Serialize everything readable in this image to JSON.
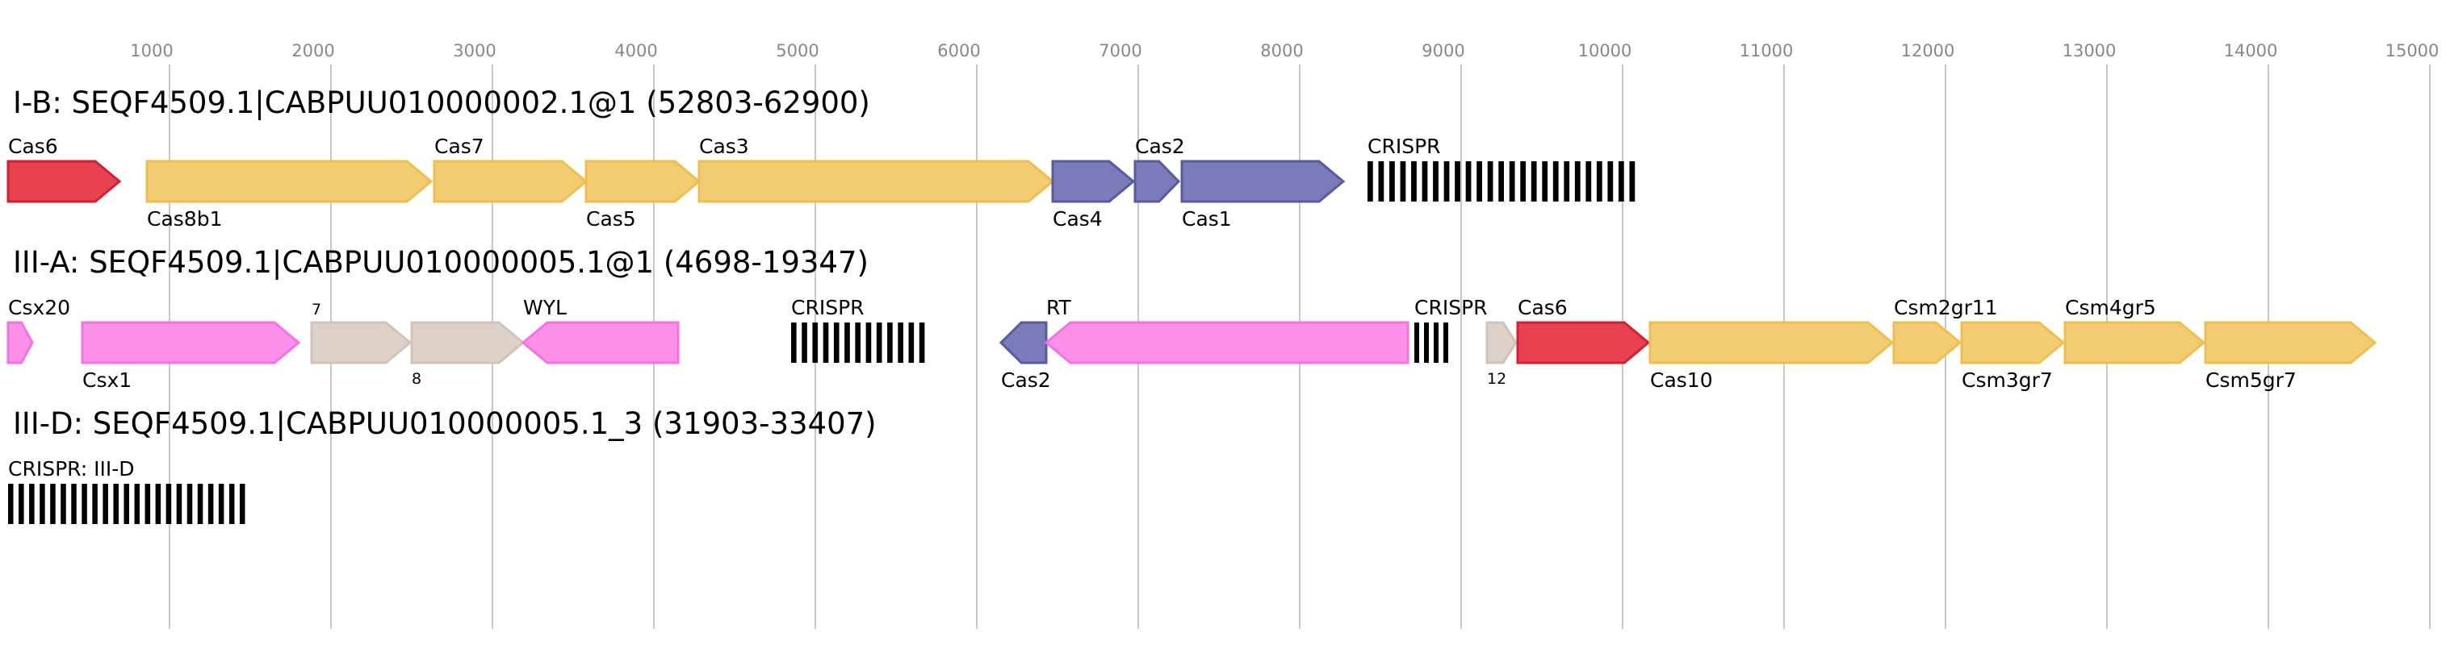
{
  "colors": {
    "red": "#e8414f",
    "red_stroke": "#d42035",
    "yellow": "#f2cc73",
    "yellow_stroke": "#efbe4f",
    "blue": "#7a7bb8",
    "blue_stroke": "#5a5b9e",
    "pink": "#fd91ea",
    "pink_stroke": "#f572de",
    "gray": "#ddd1c8",
    "gray_stroke": "#cfc3ba",
    "grid": "#c8c8c8",
    "crispr": "#000000"
  },
  "axis": {
    "ticks": [
      "1000",
      "2000",
      "3000",
      "4000",
      "5000",
      "6000",
      "7000",
      "8000",
      "9000",
      "10000",
      "11000",
      "12000",
      "13000",
      "14000",
      "15000"
    ]
  },
  "loci": [
    {
      "title": "I-B: SEQF4509.1|CABPUU010000002.1@1 (52803-62900)",
      "genes": [
        {
          "label": "Cas6",
          "pos": "above",
          "color": "red"
        },
        {
          "label": "Cas8b1",
          "pos": "below",
          "color": "yellow"
        },
        {
          "label": "Cas7",
          "pos": "above",
          "color": "yellow"
        },
        {
          "label": "Cas5",
          "pos": "below",
          "color": "yellow"
        },
        {
          "label": "Cas3",
          "pos": "above",
          "color": "yellow"
        },
        {
          "label": "Cas4",
          "pos": "below",
          "color": "blue"
        },
        {
          "label": "Cas2",
          "pos": "above",
          "color": "blue"
        },
        {
          "label": "Cas1",
          "pos": "below",
          "color": "blue"
        }
      ],
      "crispr": [
        {
          "label": "CRISPR",
          "bars": 25
        }
      ]
    },
    {
      "title": "III-A: SEQF4509.1|CABPUU010000005.1@1 (4698-19347)",
      "genes": [
        {
          "label": "Csx20",
          "pos": "above",
          "color": "pink"
        },
        {
          "label": "Csx1",
          "pos": "below",
          "color": "pink"
        },
        {
          "label": "7",
          "pos": "above",
          "color": "gray",
          "small": true
        },
        {
          "label": "8",
          "pos": "below",
          "color": "gray",
          "small": true
        },
        {
          "label": "WYL",
          "pos": "above",
          "color": "pink"
        },
        {
          "label": "Cas2",
          "pos": "below",
          "color": "blue"
        },
        {
          "label": "RT",
          "pos": "above",
          "color": "pink"
        },
        {
          "label": "12",
          "pos": "below",
          "color": "gray",
          "small": true
        },
        {
          "label": "Cas6",
          "pos": "above",
          "color": "red"
        },
        {
          "label": "Cas10",
          "pos": "below",
          "color": "yellow"
        },
        {
          "label": "Csm2gr11",
          "pos": "above",
          "color": "yellow"
        },
        {
          "label": "Csm3gr7",
          "pos": "below",
          "color": "yellow"
        },
        {
          "label": "Csm4gr5",
          "pos": "above",
          "color": "yellow"
        },
        {
          "label": "Csm5gr7",
          "pos": "below",
          "color": "yellow"
        }
      ],
      "crispr": [
        {
          "label": "CRISPR",
          "bars": 13
        },
        {
          "label": "CRISPR",
          "bars": 4
        }
      ]
    },
    {
      "title": "III-D: SEQF4509.1|CABPUU010000005.1_3 (31903-33407)",
      "genes": [],
      "crispr": [
        {
          "label": "CRISPR: III-D",
          "bars": 23
        }
      ]
    }
  ]
}
